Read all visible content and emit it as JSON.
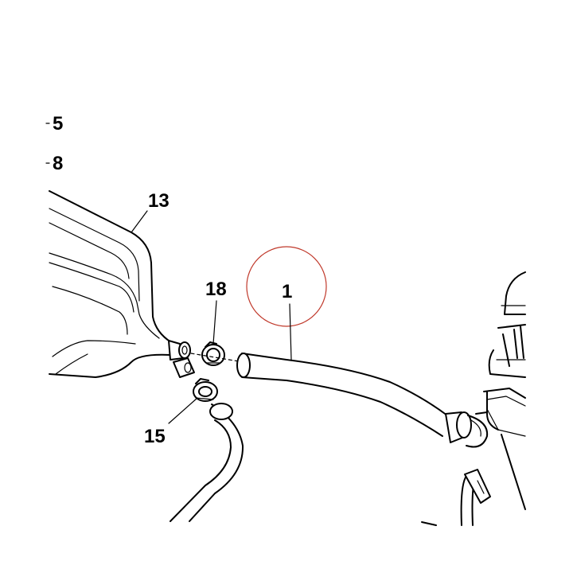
{
  "callouts": {
    "c5": "5",
    "c8": "8",
    "c13": "13",
    "c18": "18",
    "c1": "1",
    "c15": "15"
  },
  "colors": {
    "line": "#000000",
    "highlight_circle": "#c0392b",
    "background": "#ffffff"
  }
}
